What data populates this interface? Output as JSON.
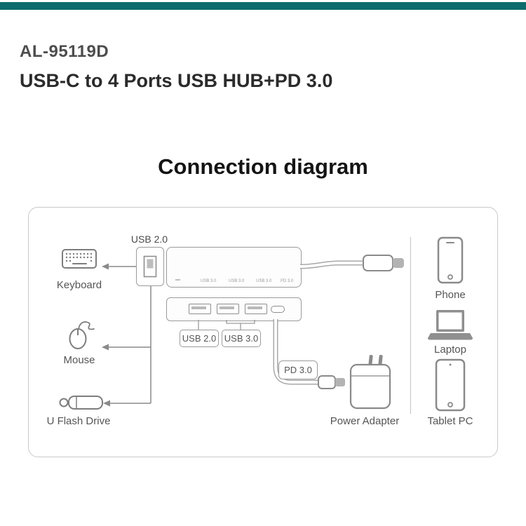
{
  "header": {
    "model": "AL-95119D",
    "title": "USB-C to 4 Ports USB HUB+PD 3.0"
  },
  "section": {
    "title": "Connection diagram"
  },
  "diagram": {
    "left_devices": [
      {
        "label": "Keyboard"
      },
      {
        "label": "Mouse"
      },
      {
        "label": "U Flash Drive"
      }
    ],
    "right_devices": [
      {
        "label": "Phone"
      },
      {
        "label": "Laptop"
      },
      {
        "label": "Tablet PC"
      }
    ],
    "usb20_port_label": "USB 2.0",
    "hub_print_labels": [
      "USB 3.0",
      "USB 3.0",
      "USB 3.0",
      "PD 3.0"
    ],
    "front_labels": {
      "usb20": "USB 2.0",
      "usb30": "USB 3.0"
    },
    "pd_label": "PD 3.0",
    "power_adapter_label": "Power Adapter"
  },
  "colors": {
    "accent_bar": "#0e6c6c",
    "line_gray": "#8a8a8a",
    "text_dark": "#2b2b2b"
  }
}
